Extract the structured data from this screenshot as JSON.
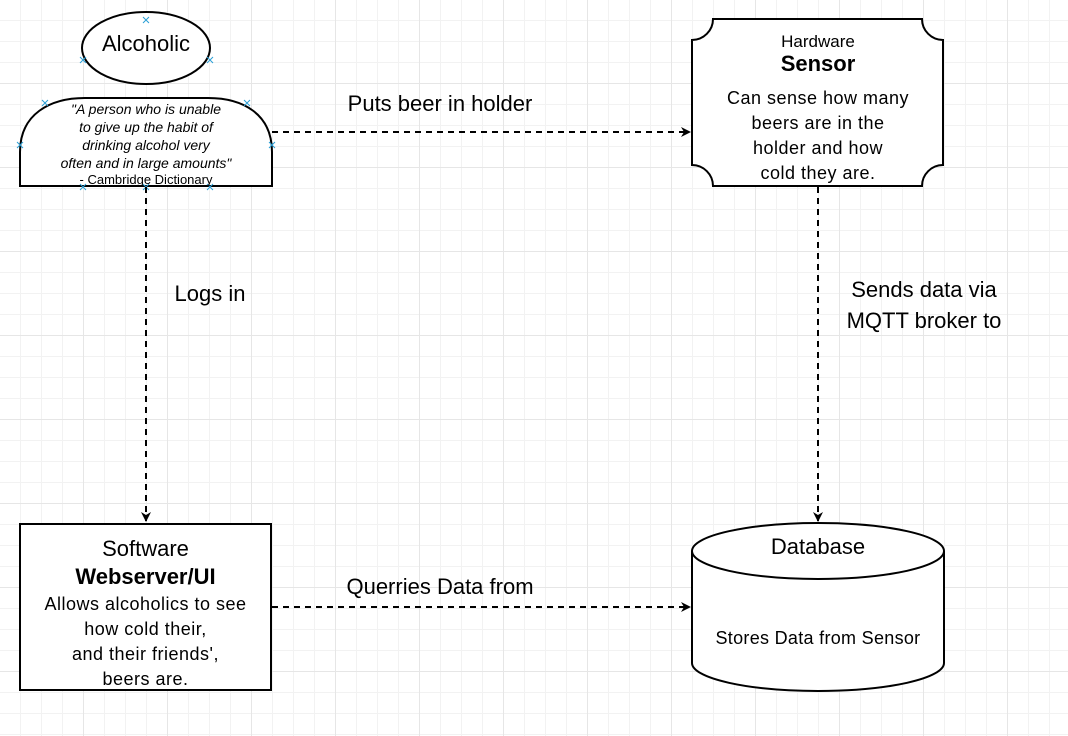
{
  "alcoholic": {
    "title": "Alcoholic",
    "quote": [
      "\"A person who is unable",
      "to give up the habit of",
      "drinking alcohol very",
      "often and in large amounts\""
    ],
    "citation": "- Cambridge Dictionary"
  },
  "sensor": {
    "category": "Hardware",
    "name": "Sensor",
    "description": [
      "Can sense how many",
      "beers are in the",
      "holder and how",
      "cold they are."
    ]
  },
  "webserver": {
    "category": "Software",
    "name": "Webserver/UI",
    "description": [
      "Allows alcoholics to see",
      "how cold their,",
      "and their friends',",
      "beers are."
    ]
  },
  "database": {
    "title": "Database",
    "description": "Stores Data from Sensor"
  },
  "edges": {
    "puts_beer": "Puts beer in holder",
    "logs_in": "Logs in",
    "sends_data": [
      "Sends data via",
      "MQTT broker to"
    ],
    "querries": "Querries Data from"
  },
  "colors": {
    "stroke": "#000000",
    "fill": "#ffffff",
    "selection_handle": "#2a9fd6"
  }
}
